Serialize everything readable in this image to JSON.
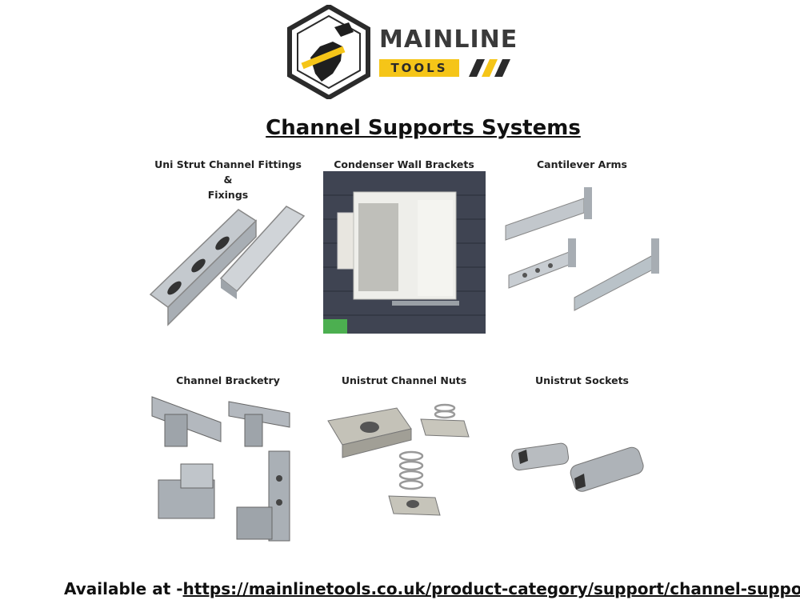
{
  "brand": {
    "name_top": "MAINLINE",
    "name_bottom": "TOOLS"
  },
  "heading": "Channel Supports Systems",
  "products": [
    {
      "label_line1": "Uni Strut Channel Fittings &",
      "label_line2": "Fixings",
      "image_icon": "unistrut-channel-icon"
    },
    {
      "label": "Condenser Wall Brackets",
      "image_icon": "condenser-bracket-photo"
    },
    {
      "label": "Cantilever Arms",
      "image_icon": "cantilever-arm-icon"
    },
    {
      "label": "Channel Bracketry",
      "image_icon": "channel-bracket-icon"
    },
    {
      "label": "Unistrut Channel Nuts",
      "image_icon": "channel-nut-icon"
    },
    {
      "label": "Unistrut Sockets",
      "image_icon": "socket-icon"
    }
  ],
  "footer": {
    "prefix": "Available at -",
    "link": "https://mainlinetools.co.uk/product-category/support/channel-support/"
  },
  "colors": {
    "brand_yellow": "#f5c518",
    "brand_dark": "#2b2b2b",
    "metal": "#b9bec4"
  }
}
